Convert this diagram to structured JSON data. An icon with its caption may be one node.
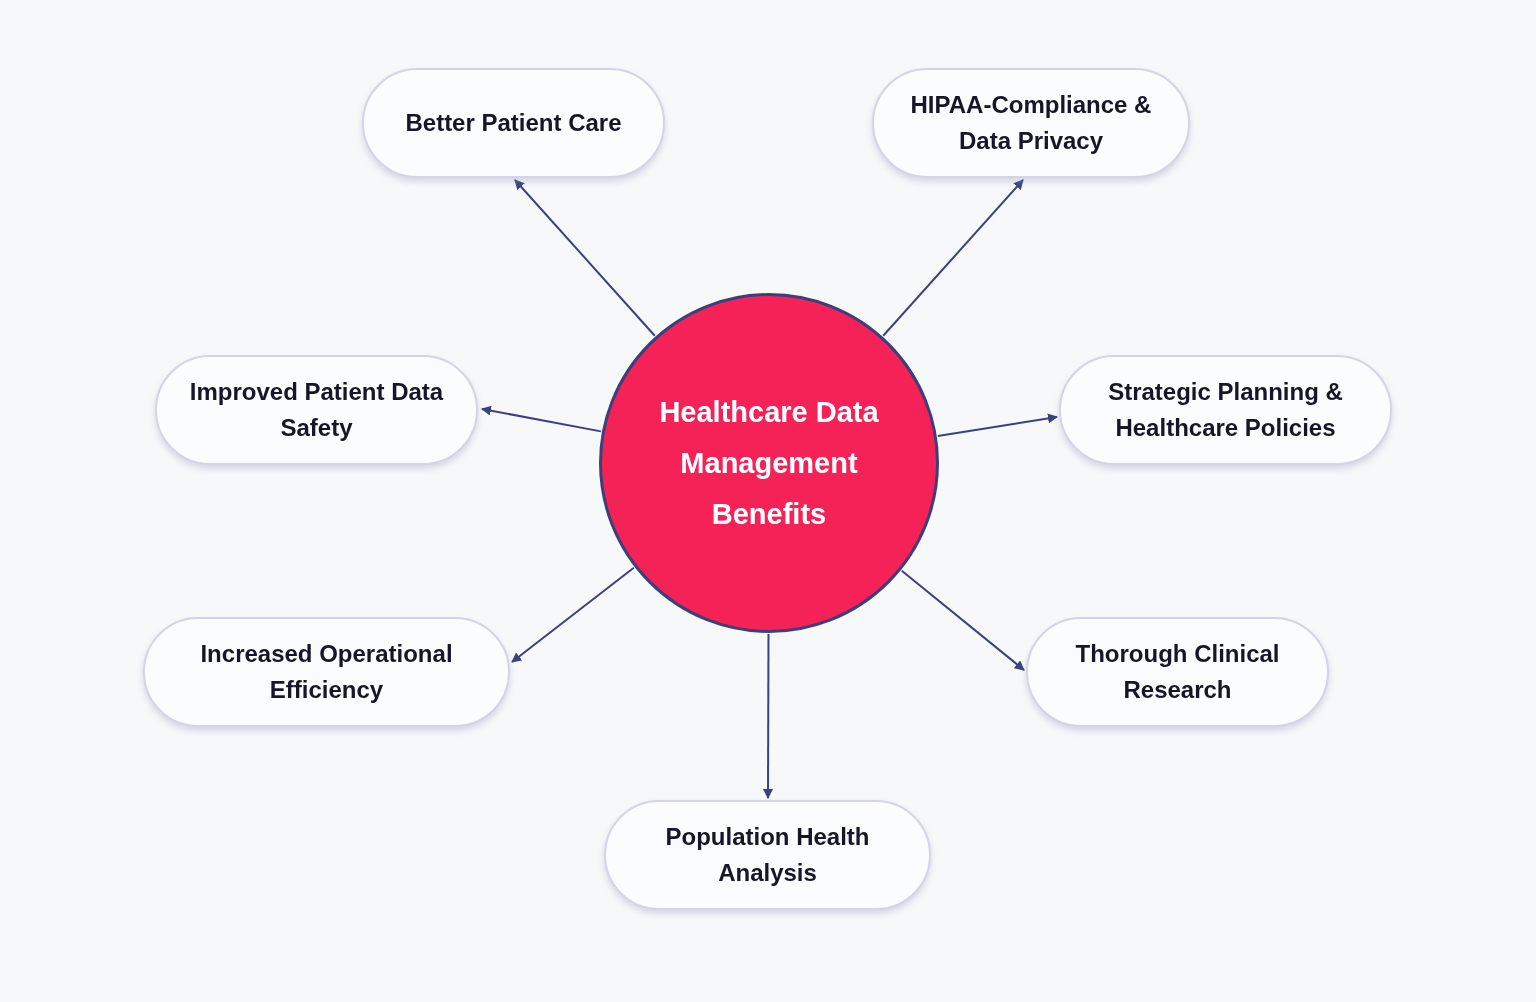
{
  "diagram": {
    "nodes": [
      {
        "text": [
          "Healthcare Data Management Benefits"
        ]
      },
      {
        "text": [
          "Better Patient Care"
        ]
      },
      {
        "text": [
          "HIPAA-Compliance & Data Privacy"
        ]
      },
      {
        "text": [
          "Improved Patient Data Safety"
        ]
      },
      {
        "text": [
          "Strategic Planning & Healthcare Policies"
        ]
      },
      {
        "text": [
          "Increased Operational Efficiency"
        ]
      },
      {
        "text": [
          "Thorough Clinical Research"
        ]
      },
      {
        "text": [
          "Population Health Analysis"
        ]
      }
    ],
    "edges": [
      {
        "from": 0,
        "to": 1,
        "arrow": "to"
      },
      {
        "from": 0,
        "to": 2,
        "arrow": "to"
      },
      {
        "from": 0,
        "to": 3,
        "arrow": "to"
      },
      {
        "from": 0,
        "to": 4,
        "arrow": "to"
      },
      {
        "from": 0,
        "to": 5,
        "arrow": "to"
      },
      {
        "from": 0,
        "to": 6,
        "arrow": "to"
      },
      {
        "from": 0,
        "to": 7,
        "arrow": "to"
      }
    ]
  }
}
